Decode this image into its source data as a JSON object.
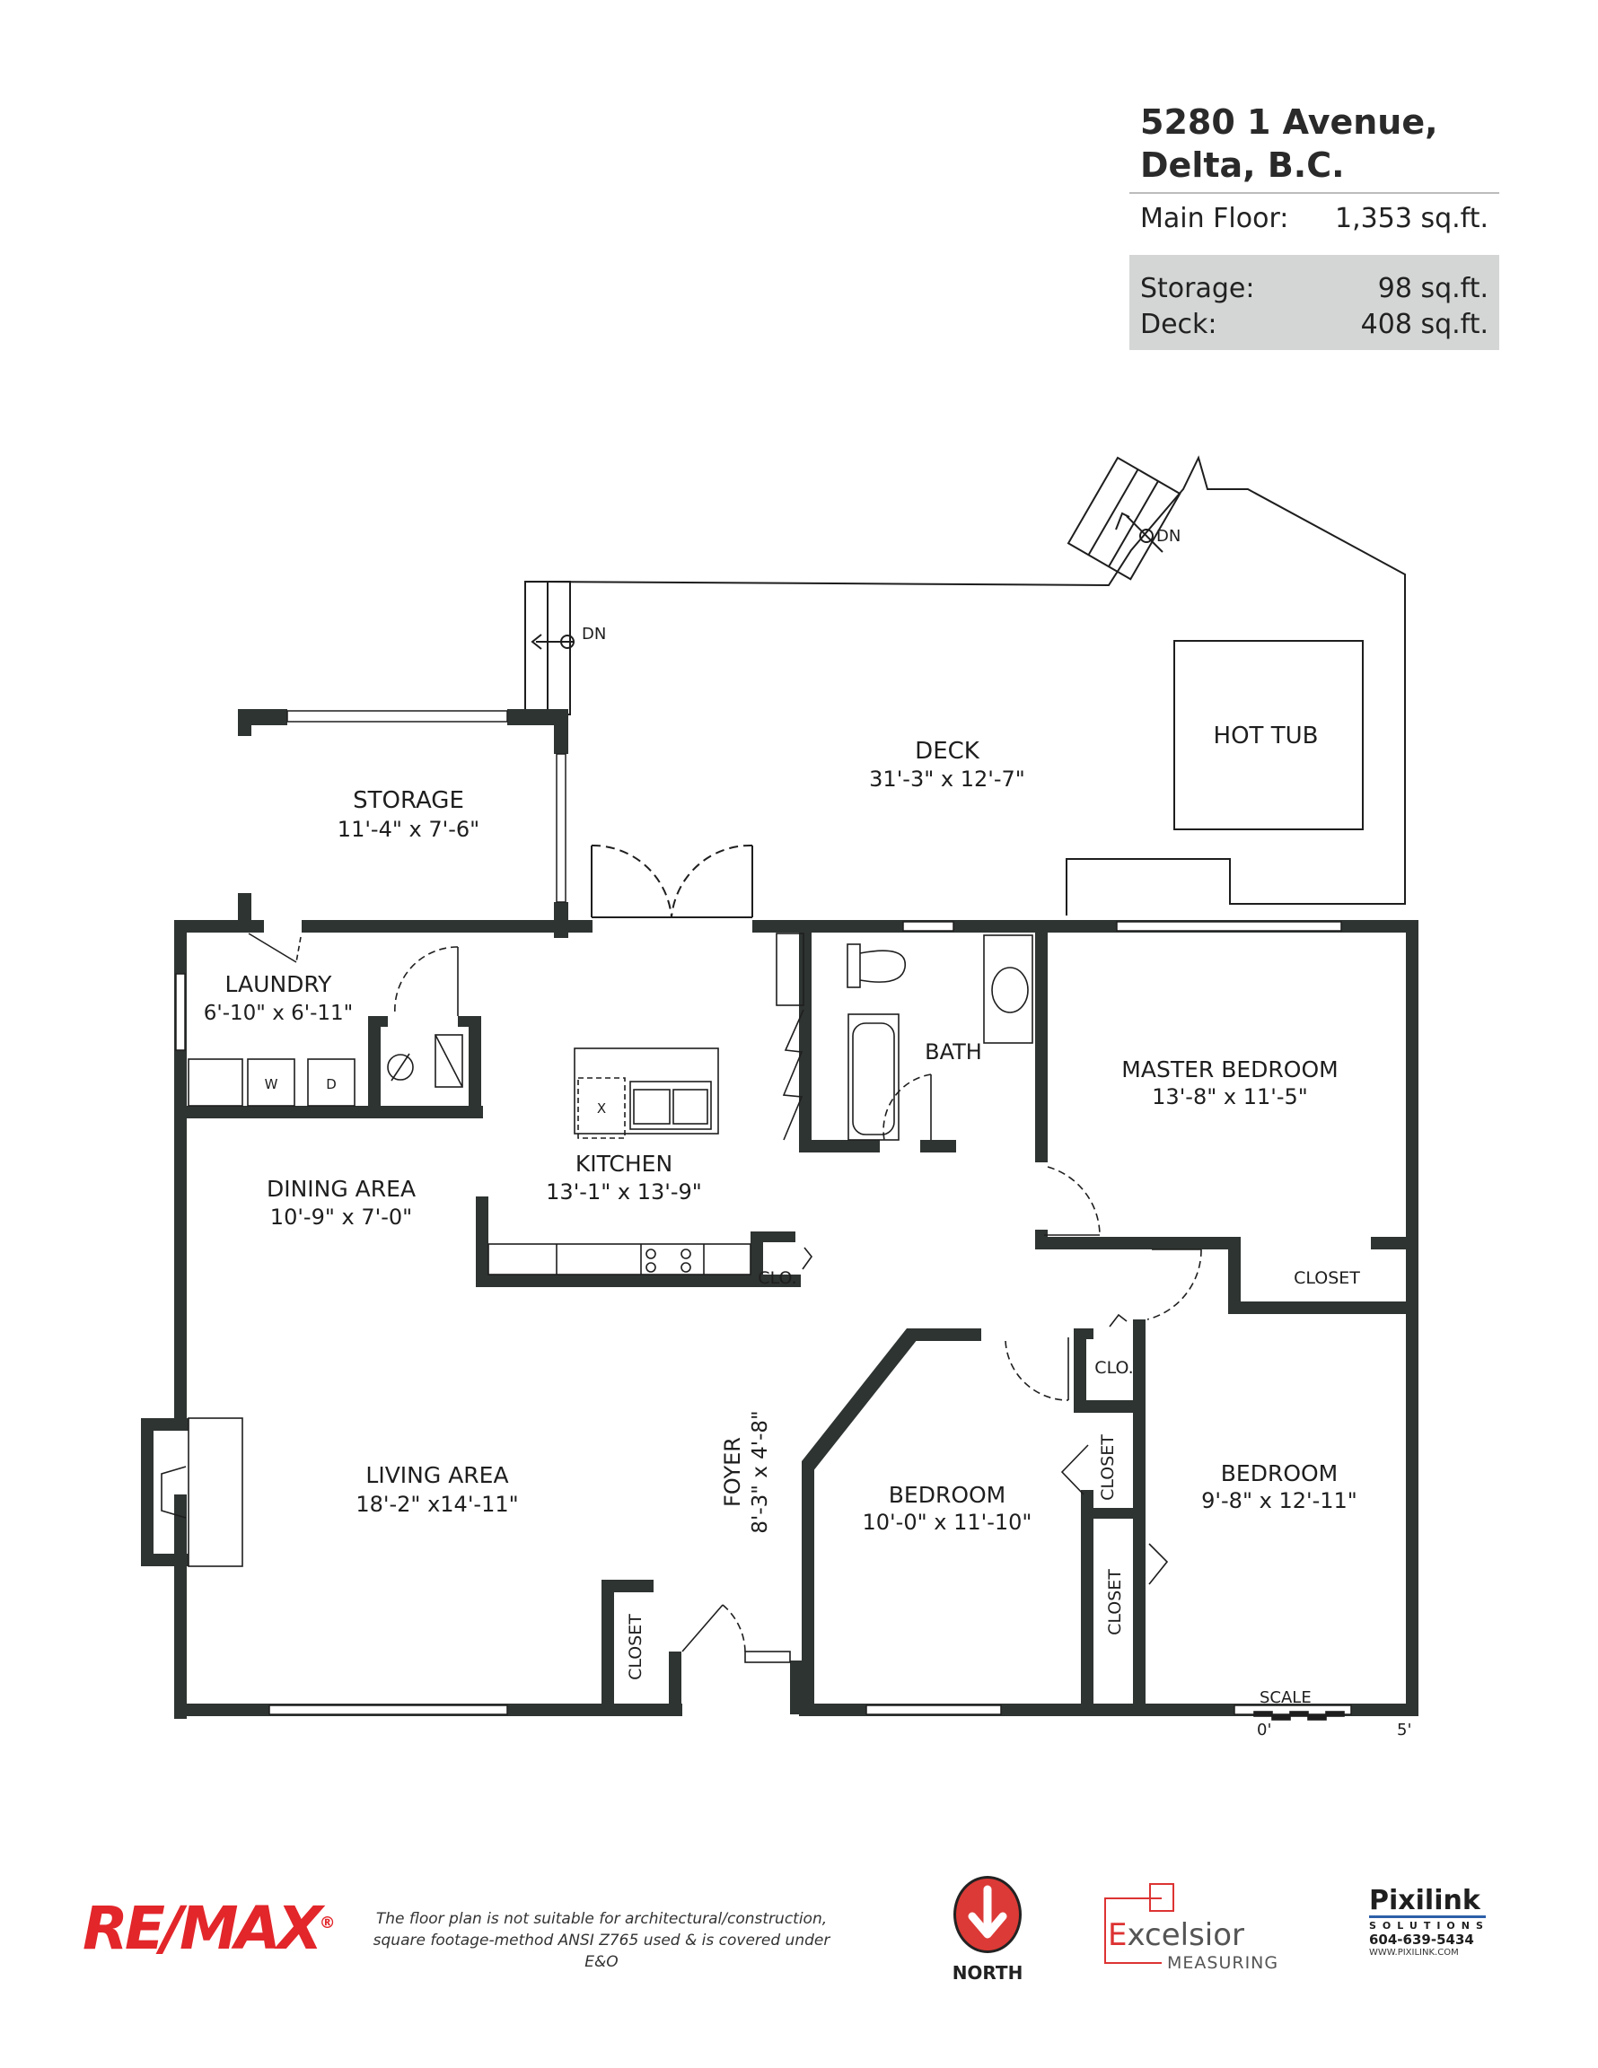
{
  "summary": {
    "address_line1": "5280 1 Avenue,",
    "address_line2": "Delta, B.C.",
    "main_floor_label": "Main Floor:",
    "main_floor_value": "1,353 sq.ft.",
    "storage_label": "Storage:",
    "storage_value": "98 sq.ft.",
    "deck_label": "Deck:",
    "deck_value": "408 sq.ft."
  },
  "rooms": {
    "deck": {
      "name": "DECK",
      "dims": "31'-3\" x 12'-7\""
    },
    "hot_tub": {
      "name": "HOT TUB"
    },
    "storage": {
      "name": "STORAGE",
      "dims": "11'-4\" x 7'-6\""
    },
    "laundry": {
      "name": "LAUNDRY",
      "dims": "6'-10\" x 6'-11\""
    },
    "kitchen": {
      "name": "KITCHEN",
      "dims": "13'-1\" x 13'-9\""
    },
    "bath": {
      "name": "BATH"
    },
    "master_bedroom": {
      "name": "MASTER BEDROOM",
      "dims": "13'-8\" x 11'-5\""
    },
    "dining_area": {
      "name": "DINING AREA",
      "dims": "10'-9\" x 7'-0\""
    },
    "living_area": {
      "name": "LIVING AREA",
      "dims": "18'-2\" x14'-11\""
    },
    "foyer": {
      "name": "FOYER",
      "dims": "8'-3\" x 4'-8\""
    },
    "bedroom2": {
      "name": "BEDROOM",
      "dims": "10'-0\" x 11'-10\""
    },
    "bedroom3": {
      "name": "BEDROOM",
      "dims": "9'-8\" x 12'-11\""
    },
    "closet_master": {
      "name": "CLOSET"
    },
    "closet_kitchen": {
      "name": "CLO."
    },
    "closet_hall": {
      "name": "CLO."
    },
    "closet_bed2": {
      "name": "CLOSET"
    },
    "closet_bed3": {
      "name": "CLOSET"
    },
    "closet_foyer": {
      "name": "CLOSET"
    }
  },
  "fixtures": {
    "washer": "W",
    "dryer": "D",
    "island_x": "X"
  },
  "stairs": {
    "dn_left": "DN",
    "dn_right": "DN"
  },
  "scale": {
    "label": "SCALE",
    "start": "0'",
    "end": "5'"
  },
  "footer": {
    "remax": "RE/MAX",
    "remax_mark": "®",
    "disclaimer": "The floor plan is not suitable for architectural/construction, square footage-method ANSI Z765 used & is covered under E&O",
    "north": "NORTH",
    "excelsior_name_e": "E",
    "excelsior_name_rest": "xcelsior",
    "excelsior_sub": "MEASURING",
    "pixilink_name": "Pixilink",
    "pixilink_sub": "SOLUTIONS",
    "pixilink_phone": "604-639-5434",
    "pixilink_web": "WWW.PIXILINK.COM"
  },
  "colors": {
    "wall": "#2e3431",
    "summary_grey": "#d4d6d5",
    "remax_red": "#e2262a",
    "north_red": "#dc3a36",
    "pixilink_blue": "#2d5fa8"
  }
}
